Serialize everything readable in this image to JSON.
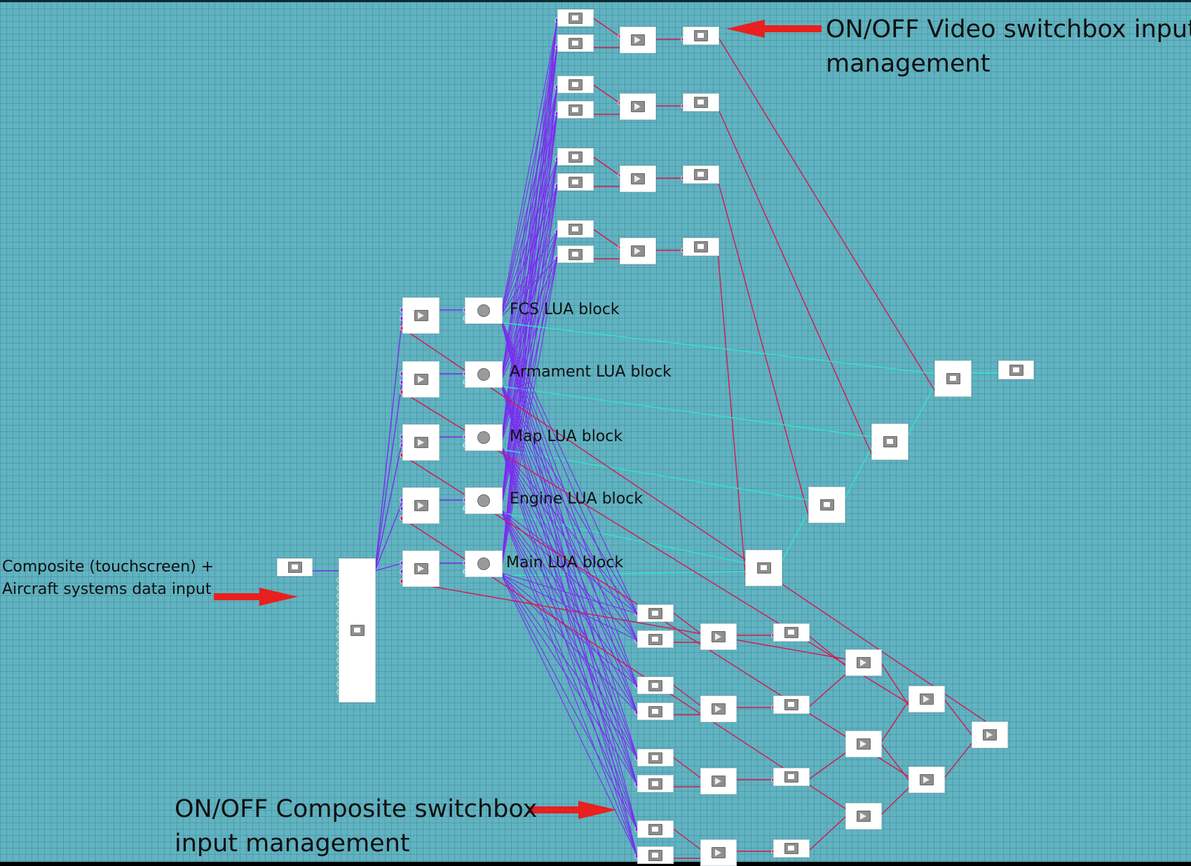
{
  "labels": {
    "fcs": "FCS LUA block",
    "armament": "Armament LUA block",
    "map": "Map LUA block",
    "engine": "Engine LUA block",
    "main": "Main LUA block",
    "video_switchbox": [
      "ON/OFF Video switchbox input",
      "management"
    ],
    "composite_input": [
      "Composite (touchscreen) +",
      "Aircraft systems data input"
    ],
    "composite_switchbox": [
      "ON/OFF Composite switchbox",
      "input management"
    ]
  },
  "colors": {
    "background": "#61b3c1",
    "wire_purple": "#7a2cf0",
    "wire_red": "#d8164e",
    "wire_cyan": "#2ee6c8",
    "arrow": "#e8201f"
  },
  "icons": {
    "source": "source-square-icon",
    "splitter": "splitter-icon",
    "router": "router-icon",
    "lua": "lua-icon",
    "switch": "switch-icon",
    "mixer": "mixer-play-icon",
    "output": "output-icon",
    "monitor": "monitor-icon"
  }
}
